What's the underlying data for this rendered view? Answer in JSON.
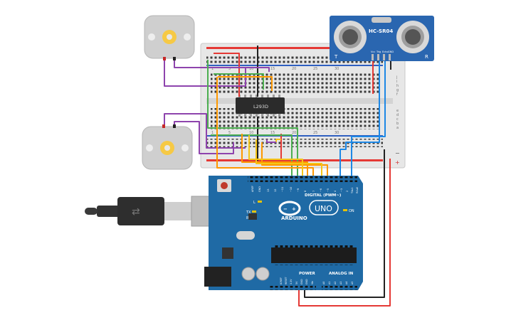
{
  "breadboard": {
    "row_letters_top": [
      "j",
      "i",
      "h",
      "g",
      "f"
    ],
    "row_letters_bottom": [
      "e",
      "d",
      "c",
      "b",
      "a"
    ],
    "col_numbers_top": [
      "1",
      "5",
      "10",
      "15",
      "20",
      "25",
      "30"
    ],
    "col_numbers_bottom": [
      "1",
      "5",
      "10",
      "15",
      "20",
      "25",
      "30"
    ]
  },
  "chip": {
    "label": "L293D"
  },
  "sensor": {
    "label": "HC-SR04",
    "left_mark": "T",
    "right_mark": "R",
    "pins": [
      "Vcc",
      "Trig",
      "Echo",
      "GND"
    ]
  },
  "arduino": {
    "brand": "ARDUINO",
    "model": "UNO",
    "digital_label": "DIGITAL (PWM~)",
    "digital_pins": [
      "AREF",
      "GND",
      "13",
      "12",
      "~11",
      "~10",
      "~9",
      "8",
      "7",
      "~6",
      "~5",
      "4",
      "~3",
      "2",
      "TX▸1",
      "RX◂0"
    ],
    "power_label": "POWER",
    "analog_label": "ANALOG IN",
    "power_pins": [
      "IOREF",
      "RESET",
      "3.3V",
      "5V",
      "GND",
      "GND",
      "Vin"
    ],
    "analog_pins": [
      "A0",
      "A1",
      "A2",
      "A3",
      "A4",
      "A5"
    ],
    "led_l": "L",
    "led_tx": "TX",
    "led_rx": "RX",
    "led_on": "ON"
  },
  "colors": {
    "red": "#e53935",
    "black": "#222222",
    "purple": "#8e44ad",
    "green": "#4caf50",
    "orange": "#ff9800",
    "yellow": "#f5c518",
    "blue": "#1e88e5",
    "board": "#1f6aa5",
    "sensor": "#2a66b0"
  }
}
